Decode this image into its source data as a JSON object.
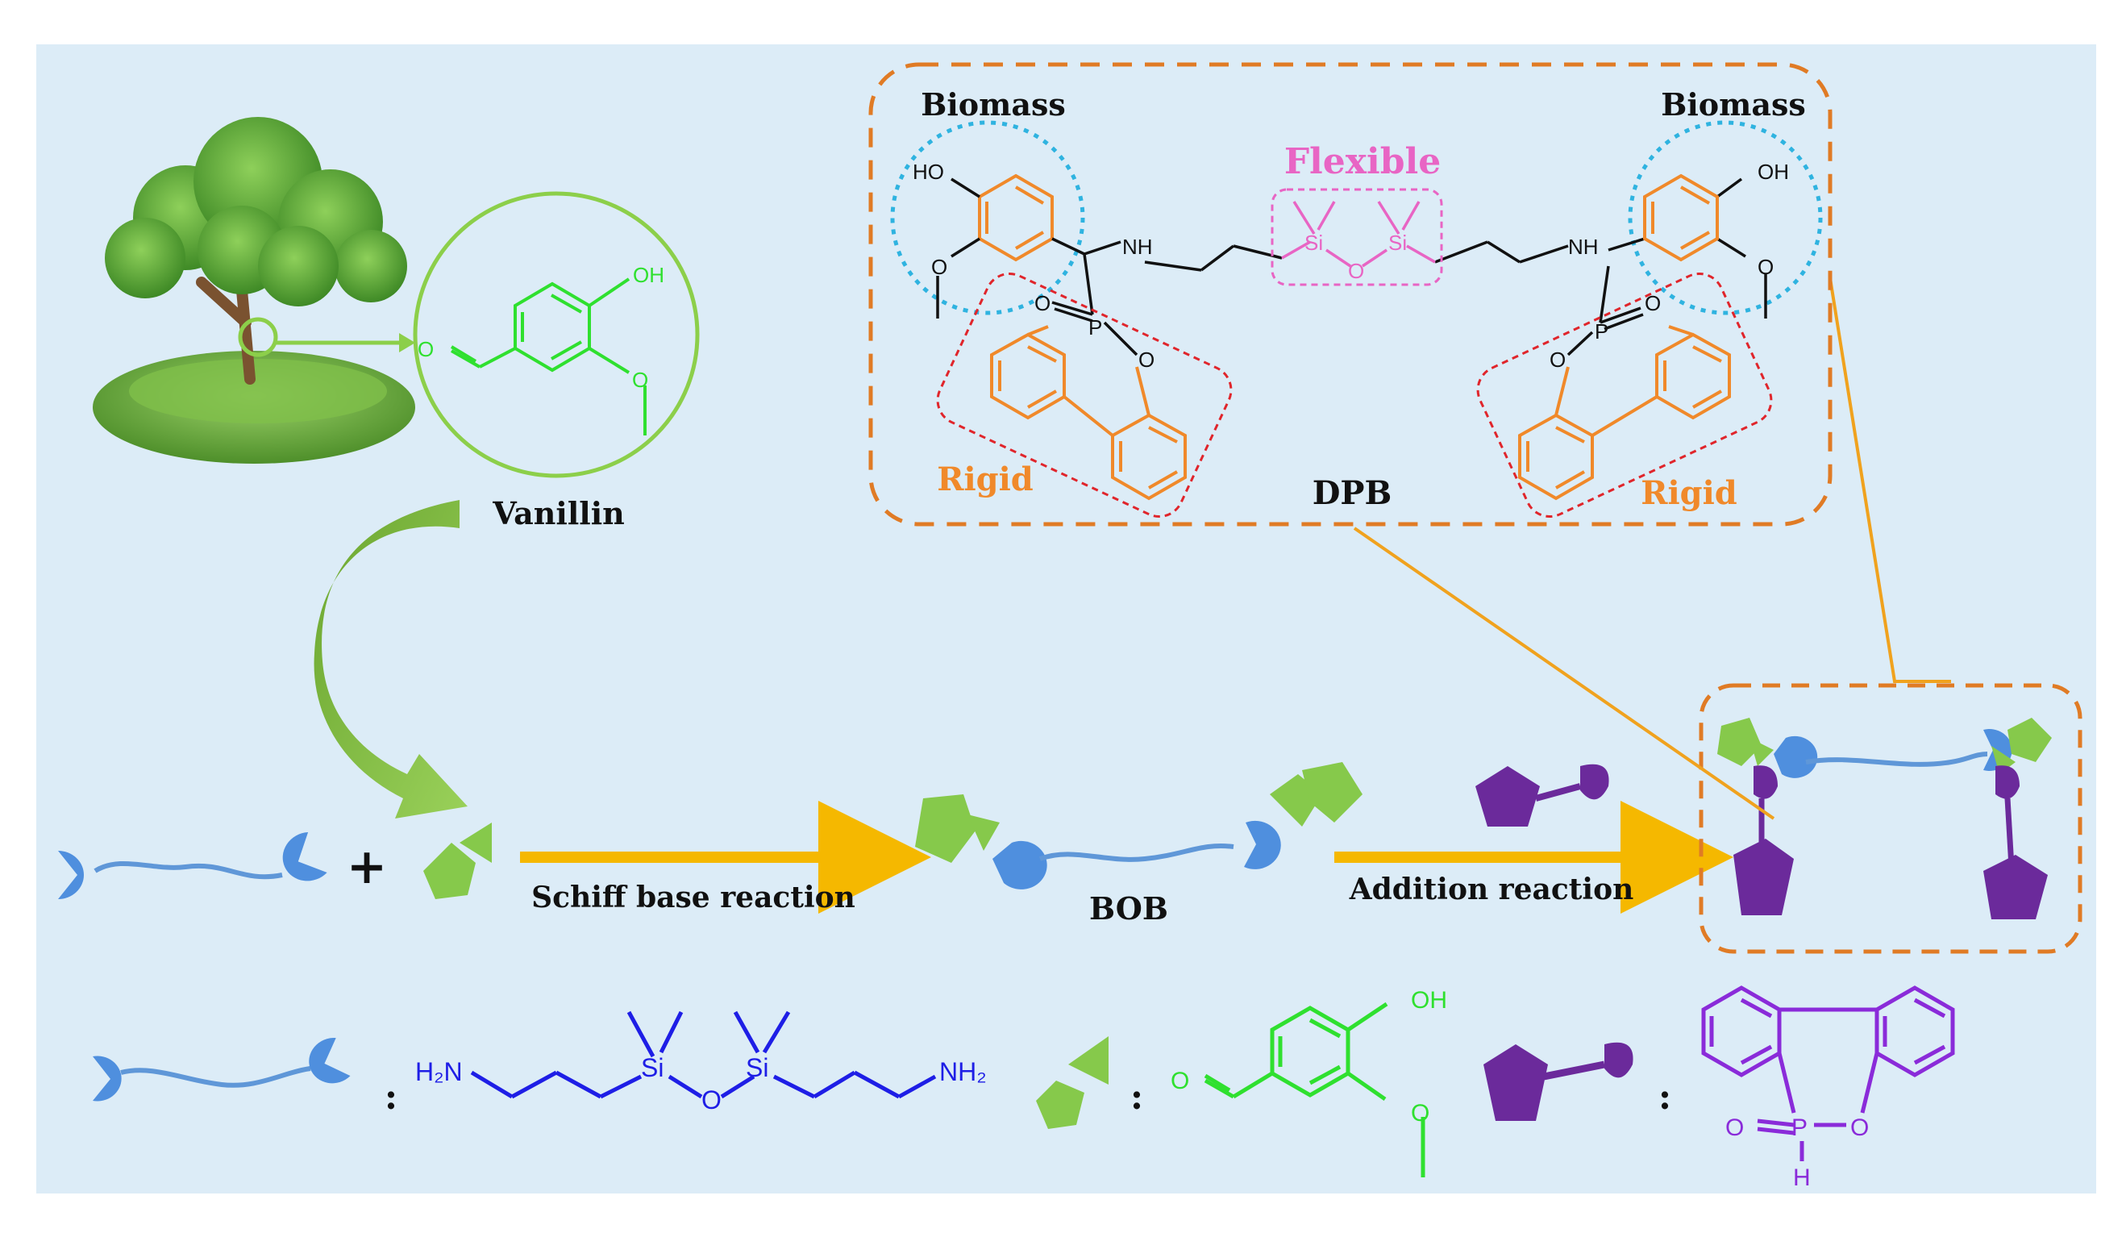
{
  "labels": {
    "vanillin": "Vanillin",
    "schiff": "Schiff base reaction",
    "addition": "Addition reaction",
    "bob": "BOB",
    "dpb": "DPB",
    "biomass_left": "Biomass",
    "biomass_right": "Biomass",
    "flexible": "Flexible",
    "rigid_left": "Rigid",
    "rigid_right": "Rigid",
    "plus": "+",
    "colon": ":"
  },
  "atoms": {
    "ho": "HO",
    "oh": "OH",
    "nh": "NH",
    "si": "Si",
    "o": "O",
    "p": "P",
    "h": "H",
    "h2n": "H₂N",
    "nh2": "NH₂"
  },
  "colors": {
    "background": "#dcecf7",
    "dpb_box": "#e07b25",
    "biomass_circle": "#2fb3e0",
    "flexible": "#e865c4",
    "rigid_box": "#e0252b",
    "rigid_rings": "#f0892a",
    "vanillin": "#2fe02f",
    "siloxane": "#1e1ee6",
    "dopo": "#8a2bd9",
    "arrow": "#f5b800",
    "pointer": "#f0a21e",
    "blob_blue": "#4f8fde",
    "blob_green": "#86c94b",
    "blob_purple": "#6b2a9b"
  },
  "icons": [
    "tree-icon",
    "amine-chain-icon",
    "aldehyde-blob-icon",
    "dopo-blob-icon"
  ]
}
